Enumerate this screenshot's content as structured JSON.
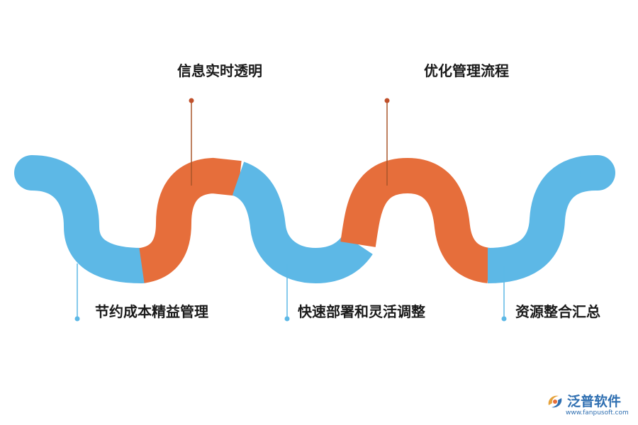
{
  "labels": {
    "top": [
      "信息实时透明",
      "优化管理流程"
    ],
    "bottom": [
      "节约成本精益管理",
      "快速部署和灵活调整",
      "资源整合汇总"
    ]
  },
  "logo": {
    "name": "泛普软件",
    "url": "www.fanpusoft.com"
  },
  "colors": {
    "blue": "#5db8e6",
    "orange": "#e66e3b",
    "text": "#1a1a1a",
    "brand": "#2f6fb1"
  }
}
